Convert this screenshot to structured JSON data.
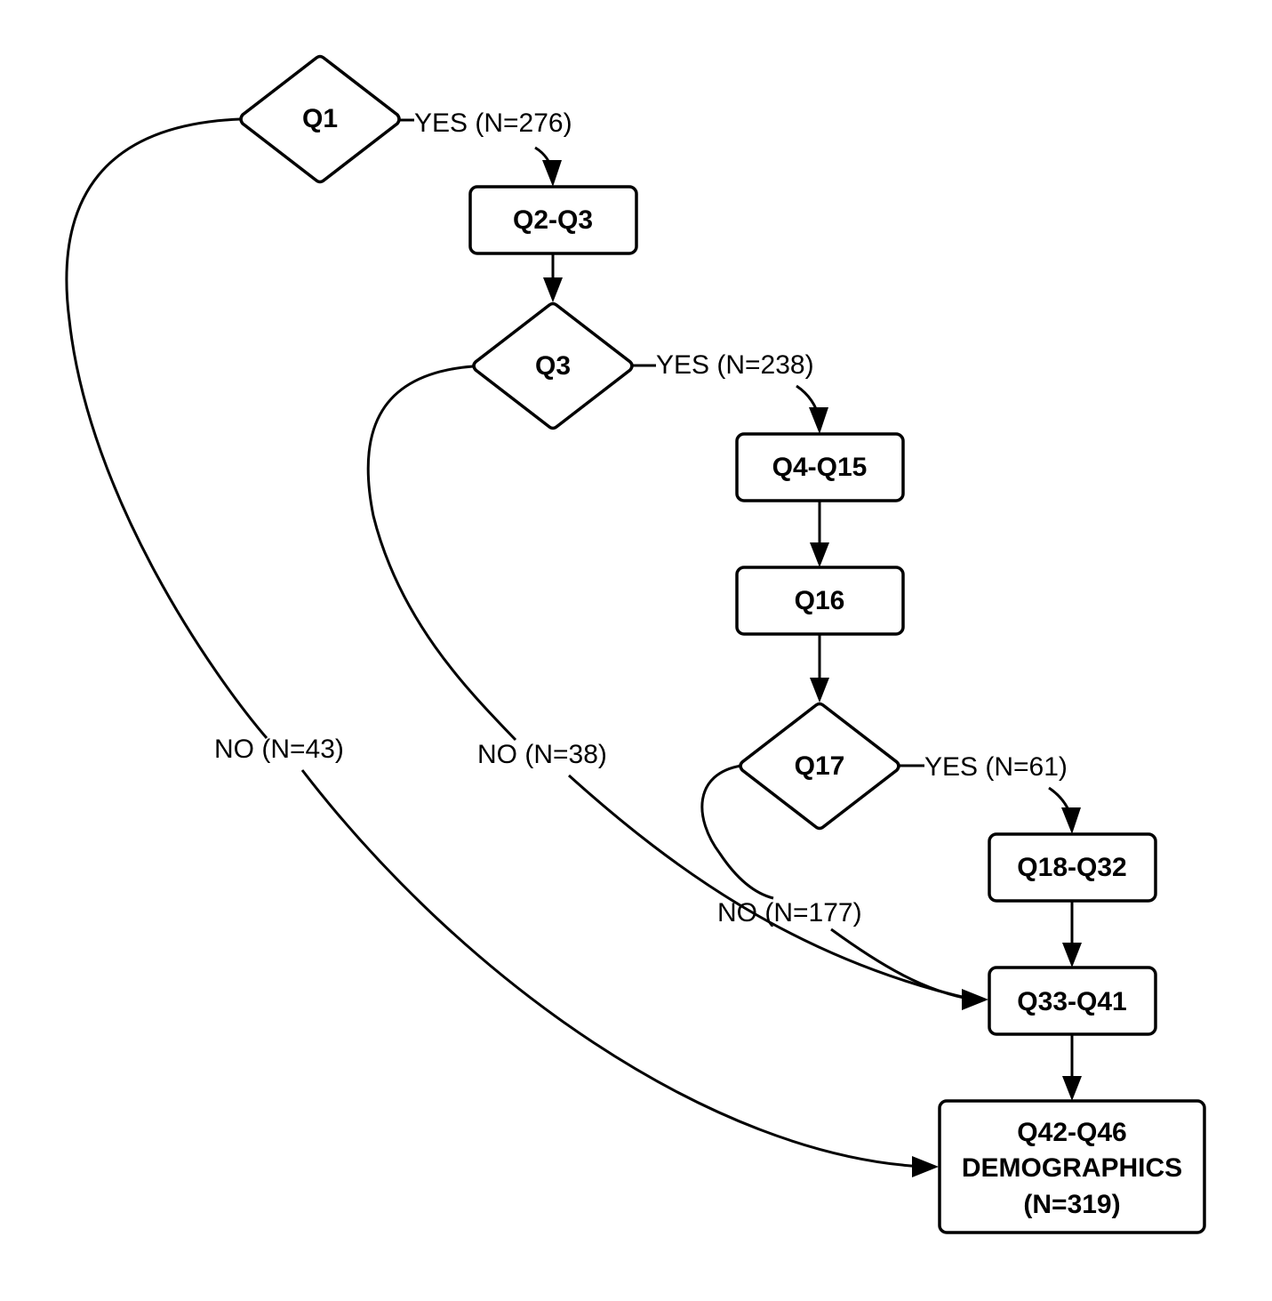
{
  "diagram": {
    "nodes": {
      "q1": {
        "shape": "decision",
        "label": "Q1"
      },
      "q2q3": {
        "shape": "process",
        "label": "Q2-Q3"
      },
      "q3": {
        "shape": "decision",
        "label": "Q3"
      },
      "q4q15": {
        "shape": "process",
        "label": "Q4-Q15"
      },
      "q16": {
        "shape": "process",
        "label": "Q16"
      },
      "q17": {
        "shape": "decision",
        "label": "Q17"
      },
      "q18q32": {
        "shape": "process",
        "label": "Q18-Q32"
      },
      "q33q41": {
        "shape": "process",
        "label": "Q33-Q41"
      },
      "q42q46": {
        "shape": "process",
        "lines": [
          "Q42-Q46",
          "DEMOGRAPHICS",
          "(N=319)"
        ]
      }
    },
    "edges": {
      "q1_yes": {
        "from": "Q1",
        "to": "Q2-Q3",
        "label": "YES (N=276)"
      },
      "q1_no": {
        "from": "Q1",
        "to": "Q42-Q46",
        "label": "NO (N=43)"
      },
      "q2q3_q3": {
        "from": "Q2-Q3",
        "to": "Q3",
        "label": ""
      },
      "q3_yes": {
        "from": "Q3",
        "to": "Q4-Q15",
        "label": "YES (N=238)"
      },
      "q3_no": {
        "from": "Q3",
        "to": "Q33-Q41",
        "label": "NO (N=38)"
      },
      "q4q15_q16": {
        "from": "Q4-Q15",
        "to": "Q16",
        "label": ""
      },
      "q16_q17": {
        "from": "Q16",
        "to": "Q17",
        "label": ""
      },
      "q17_yes": {
        "from": "Q17",
        "to": "Q18-Q32",
        "label": "YES (N=61)"
      },
      "q17_no": {
        "from": "Q17",
        "to": "Q33-Q41",
        "label": "NO (N=177)"
      },
      "q18q32_q33q41": {
        "from": "Q18-Q32",
        "to": "Q33-Q41",
        "label": ""
      },
      "q33q41_q42q46": {
        "from": "Q33-Q41",
        "to": "Q42-Q46",
        "label": ""
      }
    }
  }
}
